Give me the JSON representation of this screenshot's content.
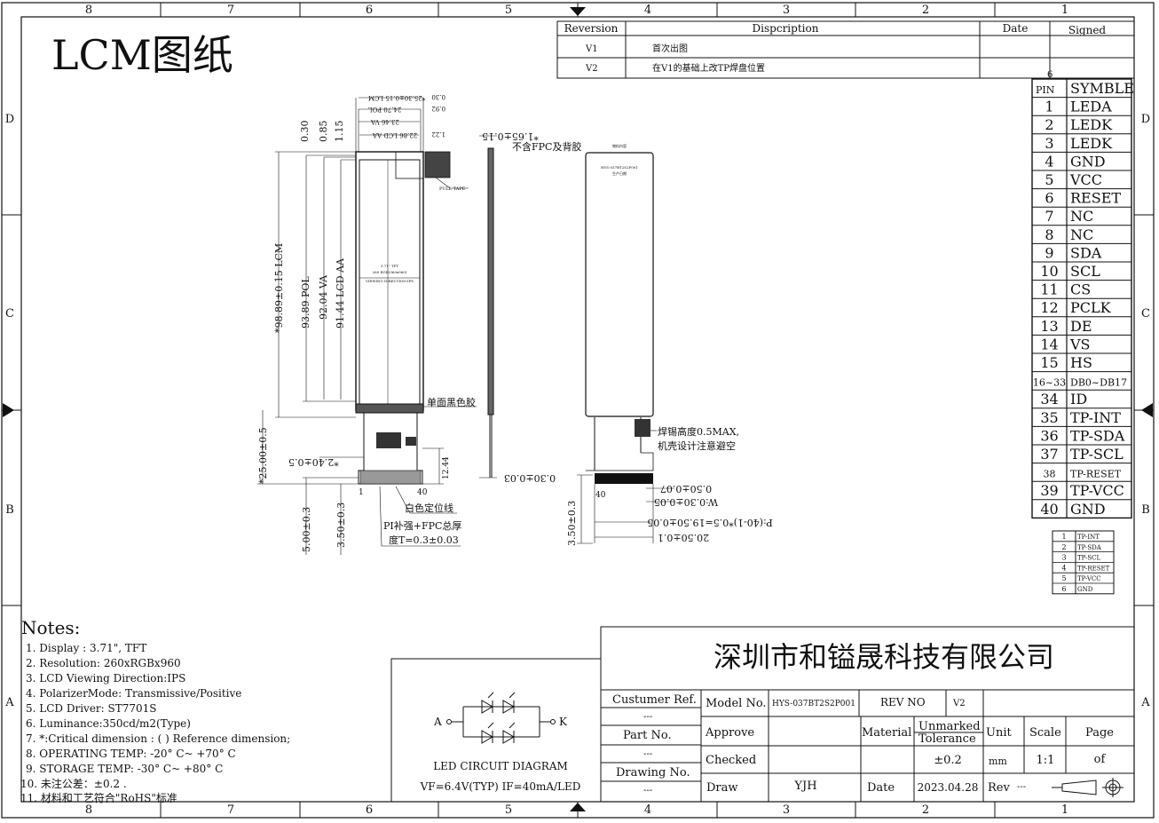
{
  "title": "LCM图纸",
  "grid": {
    "columns": [
      "8",
      "7",
      "6",
      "5",
      "4",
      "3",
      "2",
      "1"
    ],
    "rows": [
      "D",
      "C",
      "B",
      "A"
    ]
  },
  "revision_table": {
    "headers": [
      "Reversion",
      "Dispcription",
      "Date",
      "Signed"
    ],
    "rows": [
      {
        "rev": "V1",
        "desc": "首次出图",
        "date": "",
        "signed": ""
      },
      {
        "rev": "V2",
        "desc": "在V1的基础上改TP焊盘位置",
        "date": "",
        "signed": ""
      }
    ]
  },
  "pin_table": {
    "corner": "6",
    "headers": [
      "PIN",
      "SYMBLE"
    ],
    "rows": [
      [
        "1",
        "LEDA"
      ],
      [
        "2",
        "LEDK"
      ],
      [
        "3",
        "LEDK"
      ],
      [
        "4",
        "GND"
      ],
      [
        "5",
        "VCC"
      ],
      [
        "6",
        "RESET"
      ],
      [
        "7",
        "NC"
      ],
      [
        "8",
        "NC"
      ],
      [
        "9",
        "SDA"
      ],
      [
        "10",
        "SCL"
      ],
      [
        "11",
        "CS"
      ],
      [
        "12",
        "PCLK"
      ],
      [
        "13",
        "DE"
      ],
      [
        "14",
        "VS"
      ],
      [
        "15",
        "HS"
      ],
      [
        "16~33",
        "DB0~DB17"
      ],
      [
        "34",
        "ID"
      ],
      [
        "35",
        "TP-INT"
      ],
      [
        "36",
        "TP-SDA"
      ],
      [
        "37",
        "TP-SCL"
      ],
      [
        "38",
        "TP-RESET"
      ],
      [
        "39",
        "TP-VCC"
      ],
      [
        "40",
        "GND"
      ]
    ]
  },
  "tp_table": {
    "rows": [
      [
        "1",
        "TP-INT"
      ],
      [
        "2",
        "TP-SDA"
      ],
      [
        "3",
        "TP-SCL"
      ],
      [
        "4",
        "TP-RESET"
      ],
      [
        "5",
        "TP-VCC"
      ],
      [
        "6",
        "GND"
      ]
    ]
  },
  "front_view": {
    "dim_top": [
      "*25.30±0.15 LCM",
      "24.70 POL",
      "23.46 VA",
      "22.86 LCD AA"
    ],
    "dim_top_right": [
      "0.30",
      "0.92",
      "1.22"
    ],
    "dim_left_top": [
      "0.30",
      "0.85",
      "1.15"
    ],
    "dim_heights": [
      "*98.89±0.15 LCM",
      "93.89 POL",
      "92.04 VA",
      "91.44 LCD AA"
    ],
    "dim_fpc": [
      "*25.00±0.5",
      "*2.40±0.5",
      "12.44",
      "5.00±0.3",
      "3.50±0.3"
    ],
    "pull_tape": "PULL TAPE",
    "screen_text": [
      "3.71\" TFT",
      "260 RGB(360x960)",
      "VIEWING DIRECTION:IPS"
    ],
    "black_tape": "单面黑色胶",
    "white_line": "白色定位线",
    "pi_note_1": "PI补强+FPC总厚",
    "pi_note_2": "度T=0.3±0.03",
    "pin1": "1",
    "pin40": "40"
  },
  "side_view": {
    "thickness": "*1.65±0.15",
    "note": "不含FPC及背胶",
    "fpc_t": "0.30±0.03"
  },
  "back_view": {
    "label_top": "物料内容",
    "label_model": "HYS-037BT2S2P001",
    "label_date": "生产日期",
    "solder_1": "焊锡高度0.5MAX,",
    "solder_2": "机壳设计注意避空",
    "pin40": "40",
    "dims": [
      "0.50±0.07",
      "W:0.30±0.05",
      "P:(40-1)*0.5=19.50±0.05",
      "20.50±0.1",
      "3.50±0.3"
    ]
  },
  "notes": {
    "heading": "Notes:",
    "items": [
      "1. Display : 3.71\",  TFT",
      "2. Resolution: 260xRGBx960",
      "3. LCD Viewing Direction:IPS",
      "4. PolarizerMode: Transmissive/Positive",
      "5. LCD Driver: ST7701S",
      "6. Luminance:350cd/m2(Type)",
      "7. *:Critical dimension : ( ) Reference dimension;",
      "8. OPERATING TEMP: -20° C~ +70° C",
      "9. STORAGE TEMP: -30° C~ +80° C",
      "10. 未注公差：±0.2 .",
      "11. 材料和工艺符合\"RoHS\"标准"
    ]
  },
  "led_circuit": {
    "a": "A",
    "k": "K",
    "title": "LED CIRCUIT DIAGRAM",
    "spec": "VF=6.4V(TYP) IF=40mA/LED"
  },
  "title_block": {
    "company": "深圳市和镒晟科技有限公司",
    "customer_ref": "Custumer Ref.",
    "part_no": "Part No.",
    "drawing_no": "Drawing No.",
    "dash": "---",
    "model_label": "Model No.",
    "model_value": "HYS-037BT2S2P001",
    "rev_no_label": "REV NO",
    "rev_no_value": "V2",
    "approve": "Approve",
    "checked": "Checked",
    "draw": "Draw",
    "draw_value": "YJH",
    "material": "Material",
    "unmarked": "Unmarked",
    "tolerance": "Tolerance",
    "tol_value": "±0.2",
    "unit": "Unit",
    "unit_value": "mm",
    "scale": "Scale",
    "scale_value": "1:1",
    "page": "Page",
    "page_value": "of",
    "date_label": "Date",
    "date_value": "2023.04.28",
    "rev_label": "Rev",
    "rev_value": "---"
  }
}
